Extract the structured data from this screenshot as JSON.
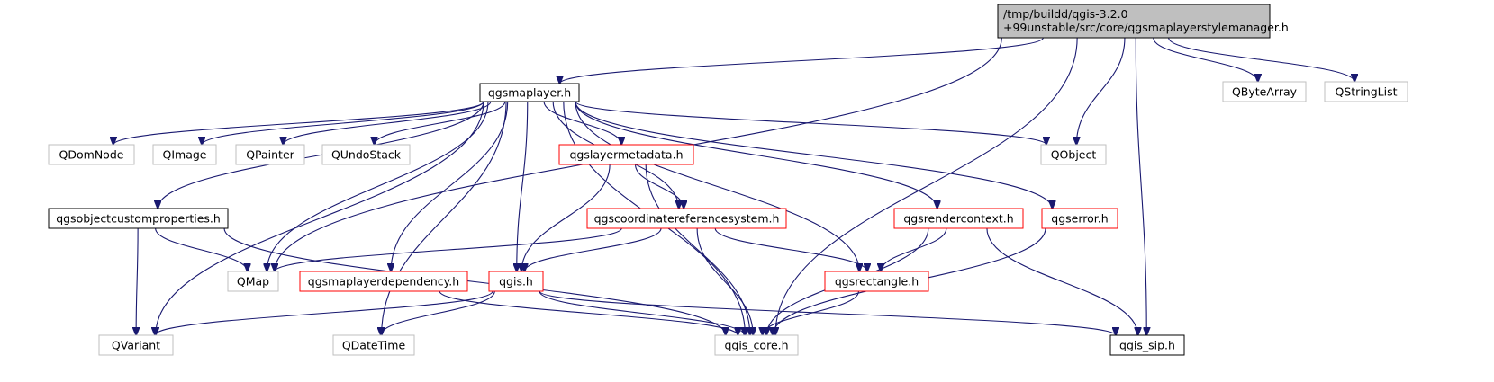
{
  "diagram": {
    "type": "include-dependency-graph",
    "nodes": [
      {
        "id": "root",
        "lines": [
          "/tmp/buildd/qgis-3.2.0",
          "+99unstable/src/core/qgsmaplayerstylemanager.h"
        ],
        "style": "root"
      },
      {
        "id": "qgsmaplayer",
        "lines": [
          "qgsmaplayer.h"
        ],
        "style": "black"
      },
      {
        "id": "qbytearray",
        "lines": [
          "QByteArray"
        ],
        "style": "grey"
      },
      {
        "id": "qstringlist",
        "lines": [
          "QStringList"
        ],
        "style": "grey"
      },
      {
        "id": "qdomnode",
        "lines": [
          "QDomNode"
        ],
        "style": "grey"
      },
      {
        "id": "qimage",
        "lines": [
          "QImage"
        ],
        "style": "grey"
      },
      {
        "id": "qpainter",
        "lines": [
          "QPainter"
        ],
        "style": "grey"
      },
      {
        "id": "qundostack",
        "lines": [
          "QUndoStack"
        ],
        "style": "grey"
      },
      {
        "id": "qgslayermetadata",
        "lines": [
          "qgslayermetadata.h"
        ],
        "style": "red"
      },
      {
        "id": "qobject",
        "lines": [
          "QObject"
        ],
        "style": "grey"
      },
      {
        "id": "qgsobjectcustomproperties",
        "lines": [
          "qgsobjectcustomproperties.h"
        ],
        "style": "black"
      },
      {
        "id": "qgscrs",
        "lines": [
          "qgscoordinatereferencesystem.h"
        ],
        "style": "red"
      },
      {
        "id": "qgsrendercontext",
        "lines": [
          "qgsrendercontext.h"
        ],
        "style": "red"
      },
      {
        "id": "qgserror",
        "lines": [
          "qgserror.h"
        ],
        "style": "red"
      },
      {
        "id": "qmap",
        "lines": [
          "QMap"
        ],
        "style": "grey"
      },
      {
        "id": "qgsmaplayerdependency",
        "lines": [
          "qgsmaplayerdependency.h"
        ],
        "style": "red"
      },
      {
        "id": "qgis",
        "lines": [
          "qgis.h"
        ],
        "style": "red"
      },
      {
        "id": "qgsrectangle",
        "lines": [
          "qgsrectangle.h"
        ],
        "style": "red"
      },
      {
        "id": "qvariant",
        "lines": [
          "QVariant"
        ],
        "style": "grey"
      },
      {
        "id": "qdatetime",
        "lines": [
          "QDateTime"
        ],
        "style": "grey"
      },
      {
        "id": "qgiscore",
        "lines": [
          "qgis_core.h"
        ],
        "style": "grey"
      },
      {
        "id": "qgissip",
        "lines": [
          "qgis_sip.h"
        ],
        "style": "black"
      }
    ],
    "edges": [
      [
        "root",
        "qgsmaplayer"
      ],
      [
        "root",
        "qmap"
      ],
      [
        "root",
        "qobject"
      ],
      [
        "root",
        "qgiscore"
      ],
      [
        "root",
        "qgissip"
      ],
      [
        "root",
        "qbytearray"
      ],
      [
        "root",
        "qstringlist"
      ],
      [
        "qgsmaplayer",
        "qdomnode"
      ],
      [
        "qgsmaplayer",
        "qimage"
      ],
      [
        "qgsmaplayer",
        "qpainter"
      ],
      [
        "qgsmaplayer",
        "qundostack"
      ],
      [
        "qgsmaplayer",
        "qgslayermetadata"
      ],
      [
        "qgsmaplayer",
        "qobject"
      ],
      [
        "qgsmaplayer",
        "qgsobjectcustomproperties"
      ],
      [
        "qgsmaplayer",
        "qgscrs"
      ],
      [
        "qgsmaplayer",
        "qgsrendercontext"
      ],
      [
        "qgsmaplayer",
        "qgserror"
      ],
      [
        "qgsmaplayer",
        "qmap"
      ],
      [
        "qgsmaplayer",
        "qgsmaplayerdependency"
      ],
      [
        "qgsmaplayer",
        "qgis"
      ],
      [
        "qgsmaplayer",
        "qgsrectangle"
      ],
      [
        "qgsmaplayer",
        "qvariant"
      ],
      [
        "qgsmaplayer",
        "qdatetime"
      ],
      [
        "qgsmaplayer",
        "qgiscore"
      ],
      [
        "qgslayermetadata",
        "qgscrs"
      ],
      [
        "qgslayermetadata",
        "qgis"
      ],
      [
        "qgslayermetadata",
        "qgiscore"
      ],
      [
        "qgsobjectcustomproperties",
        "qmap"
      ],
      [
        "qgsobjectcustomproperties",
        "qvariant"
      ],
      [
        "qgsobjectcustomproperties",
        "qgiscore"
      ],
      [
        "qgscrs",
        "qmap"
      ],
      [
        "qgscrs",
        "qgis"
      ],
      [
        "qgscrs",
        "qgsrectangle"
      ],
      [
        "qgscrs",
        "qgiscore"
      ],
      [
        "qgsrendercontext",
        "qgsrectangle"
      ],
      [
        "qgsrendercontext",
        "qgiscore"
      ],
      [
        "qgsrendercontext",
        "qgissip"
      ],
      [
        "qgserror",
        "qgiscore"
      ],
      [
        "qgsmaplayerdependency",
        "qgiscore"
      ],
      [
        "qgis",
        "qvariant"
      ],
      [
        "qgis",
        "qdatetime"
      ],
      [
        "qgis",
        "qgiscore"
      ],
      [
        "qgis",
        "qgissip"
      ],
      [
        "qgsrectangle",
        "qgiscore"
      ]
    ]
  }
}
